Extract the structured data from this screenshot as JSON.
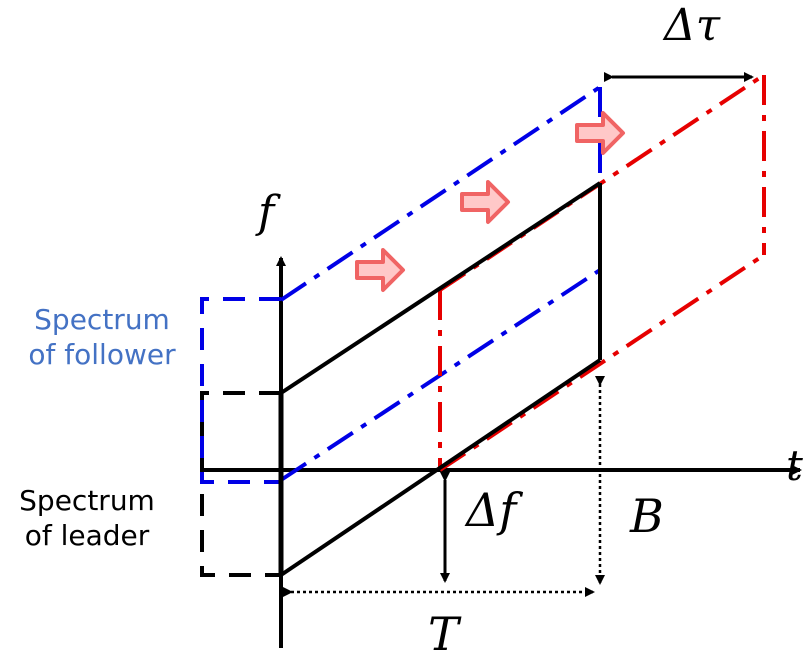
{
  "labels": {
    "axis_f": "f",
    "axis_t": "t",
    "delta_tau": "Δτ",
    "delta_f": "Δf",
    "bandwidth": "B",
    "period": "T",
    "spectrum_follower": [
      "Spectrum",
      "of follower"
    ],
    "spectrum_leader": [
      "Spectrum",
      "of leader"
    ]
  },
  "colors": {
    "leader": "#000000",
    "follower_blue": "#0000e6",
    "follower_red": "#e60000",
    "follower_label": "#4472c4",
    "arrow_fill": "#ffc8c8",
    "arrow_stroke": "#f06464"
  }
}
